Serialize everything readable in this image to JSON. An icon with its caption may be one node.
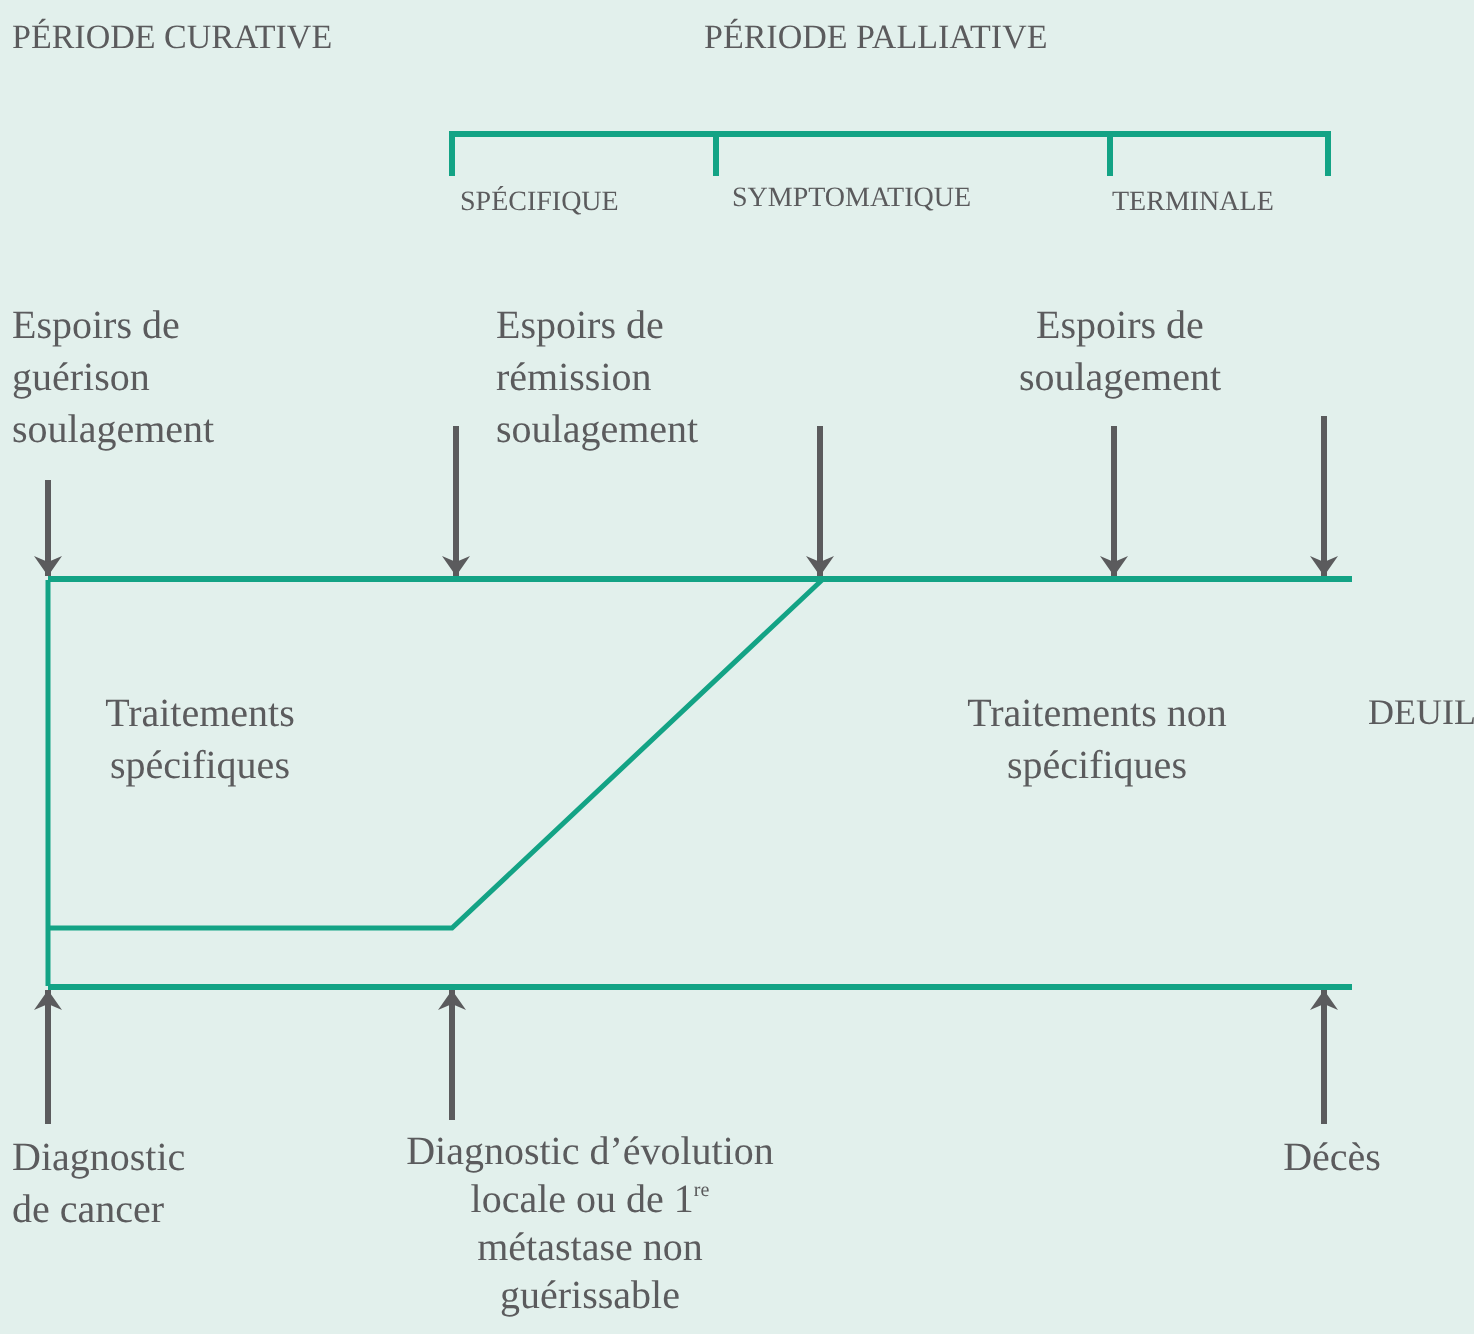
{
  "diagram": {
    "nodes": [
      {
        "text": [
          "Espoirs de guérison soulagement"
        ]
      },
      {
        "text": [
          "Espoirs de rémission soulagement"
        ]
      },
      {
        "text": [
          "Espoirs de soulagement"
        ]
      },
      {
        "text": [],
        "shape": "line"
      },
      {
        "text": [],
        "shape": "line"
      },
      {
        "text": [
          "Diagnostic de cancer"
        ]
      },
      {
        "text": [
          "Diagnostic d’évolution locale ou de 1$^{re}$ métastase non guérissable"
        ]
      },
      {
        "text": [
          "Décès"
        ]
      }
    ],
    "edges": [
      {
        "from": 0,
        "to": 3,
        "arrow": "to"
      },
      {
        "from": 1,
        "to": 3,
        "arrow": "to"
      },
      {
        "from": 1,
        "to": 3,
        "arrow": "to"
      },
      {
        "from": 2,
        "to": 3,
        "arrow": "to"
      },
      {
        "from": 2,
        "to": 3,
        "arrow": "to"
      },
      {
        "from": 5,
        "to": 4,
        "arrow": "to"
      },
      {
        "from": 6,
        "to": 4,
        "arrow": "to"
      },
      {
        "from": 7,
        "to": 4,
        "arrow": "to"
      }
    ],
    "labels": [
      "PÉRIODE CURATIVE",
      "PÉRIODE PALLIATIVE",
      "SPÉCIFIQUE",
      "SYMPTOMATIQUE",
      "TERMINALE",
      "Traitements spécifiques",
      "Traitements non spécifiques",
      "DEUIL"
    ]
  }
}
